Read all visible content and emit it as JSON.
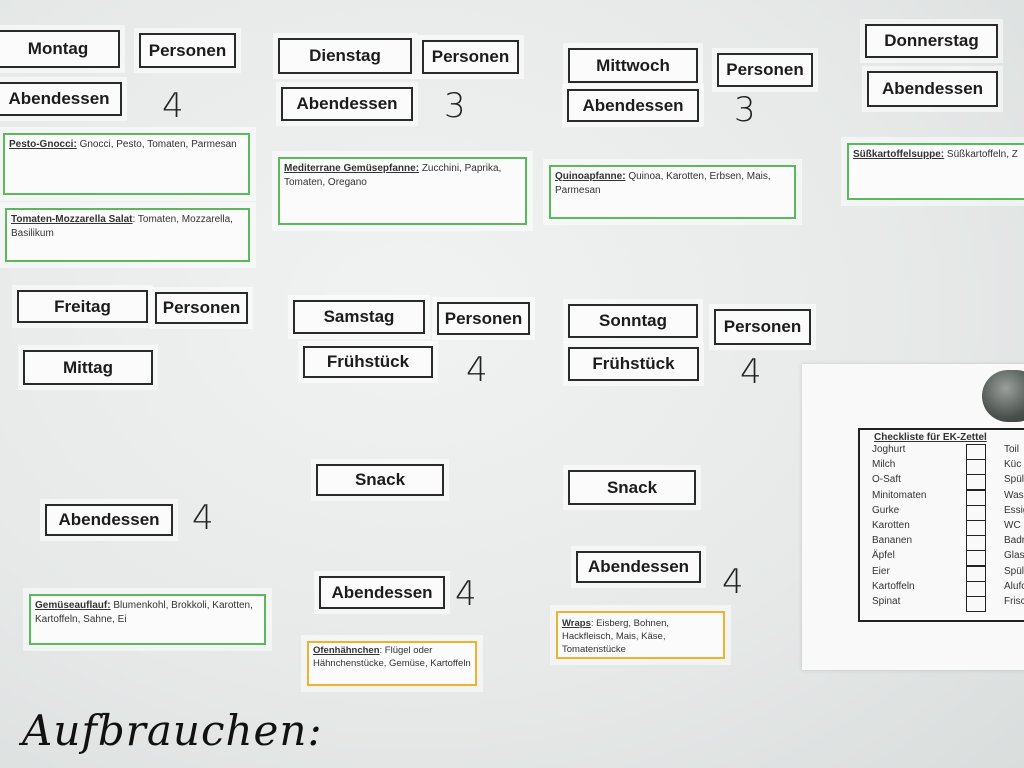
{
  "days": {
    "montag": {
      "day": "Montag",
      "persons_label": "Personen",
      "meal": "Abendessen",
      "count": "4"
    },
    "dienstag": {
      "day": "Dienstag",
      "persons_label": "Personen",
      "meal": "Abendessen",
      "count": "3"
    },
    "mittwoch": {
      "day": "Mittwoch",
      "persons_label": "Personen",
      "meal": "Abendessen",
      "count": "3"
    },
    "donnerstag": {
      "day": "Donnerstag",
      "meal": "Abendessen"
    },
    "freitag": {
      "day": "Freitag",
      "persons_label": "Personen",
      "meal1": "Mittag",
      "meal2": "Abendessen",
      "count2": "4"
    },
    "samstag": {
      "day": "Samstag",
      "persons_label": "Personen",
      "meal1": "Frühstück",
      "count1": "4",
      "meal2": "Snack",
      "meal3": "Abendessen",
      "count3": "4"
    },
    "sonntag": {
      "day": "Sonntag",
      "persons_label": "Personen",
      "meal1": "Frühstück",
      "count1": "4",
      "meal2": "Snack",
      "meal3": "Abendessen",
      "count3": "4"
    }
  },
  "recipes": {
    "pesto": {
      "name": "Pesto-Gnocci:",
      "ingredients": " Gnocci, Pesto, Tomaten, Parmesan"
    },
    "tomoz": {
      "name": "Tomaten-Mozzarella Salat",
      "ingredients": ": Tomaten, Mozzarella, Basilikum"
    },
    "medit": {
      "name": "Mediterrane Gemüsepfanne:",
      "ingredients": " Zucchini, Paprika, Tomaten, Oregano"
    },
    "quinoa": {
      "name": "Quinoapfanne:",
      "ingredients": " Quinoa, Karotten, Erbsen, Mais, Parmesan"
    },
    "suess": {
      "name": "Süßkartoffelsuppe:",
      "ingredients": " Süßkartoffeln, Z"
    },
    "gemuese": {
      "name": "Gemüseauflauf:",
      "ingredients": " Blumenkohl, Brokkoli, Karotten, Kartoffeln, Sahne, Ei"
    },
    "ofen": {
      "name": "Ofenhähnchen",
      "ingredients": ": Flügel oder Hähnchenstücke, Gemüse, Kartoffeln"
    },
    "wraps": {
      "name": "Wraps",
      "ingredients": ": Eisberg, Bohnen, Hackfleisch, Mais, Käse, Tomatenstücke"
    }
  },
  "checklist": {
    "title": "Checkliste für EK-Zettel",
    "left": [
      "Joghurt",
      "Milch",
      "O-Saft",
      "Minitomaten",
      "Gurke",
      "Karotten",
      "Bananen",
      "Äpfel",
      "Eier",
      "Kartoffeln",
      "Spinat"
    ],
    "right": [
      "Toil",
      "Küc",
      "Spül",
      "Was",
      "Essig",
      "WC F",
      "Badre",
      "Glasr",
      "Spülm",
      "Alufol",
      "Frisch"
    ]
  },
  "handwritten": "Aufbrauchen:"
}
